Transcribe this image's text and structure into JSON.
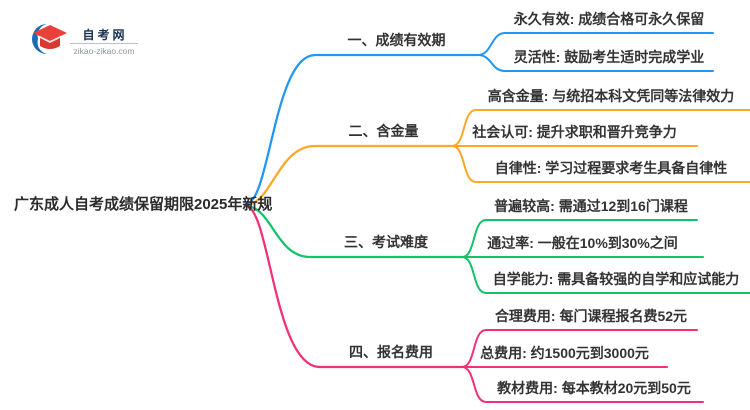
{
  "logo": {
    "site_name": "自考网",
    "site_url": "zikao-zikao.com"
  },
  "mindmap": {
    "root": "广东成人自考成绩保留期限2025年新规",
    "branches": [
      {
        "label": "一、成绩有效期",
        "color": "#2196F3",
        "children": [
          "永久有效: 成绩合格可永久保留",
          "灵活性: 鼓励考生适时完成学业"
        ]
      },
      {
        "label": "二、含金量",
        "color": "#FFA726",
        "children": [
          "高含金量: 与统招本科文凭同等法律效力",
          "社会认可: 提升求职和晋升竞争力",
          "自律性: 学习过程要求考生具备自律性"
        ]
      },
      {
        "label": "三、考试难度",
        "color": "#10C469",
        "children": [
          "普遍较高: 需通过12到16门课程",
          "通过率: 一般在10%到30%之间",
          "自学能力: 需具备较强的自学和应试能力"
        ]
      },
      {
        "label": "四、报名费用",
        "color": "#F13077",
        "children": [
          "合理费用: 每门课程报名费52元",
          "总费用: 约1500元到3000元",
          "教材费用: 每本教材20元到50元"
        ]
      }
    ]
  },
  "colors": {
    "text": "#333333",
    "logo_red": "#E8403A",
    "logo_blue": "#1B6CB5"
  }
}
